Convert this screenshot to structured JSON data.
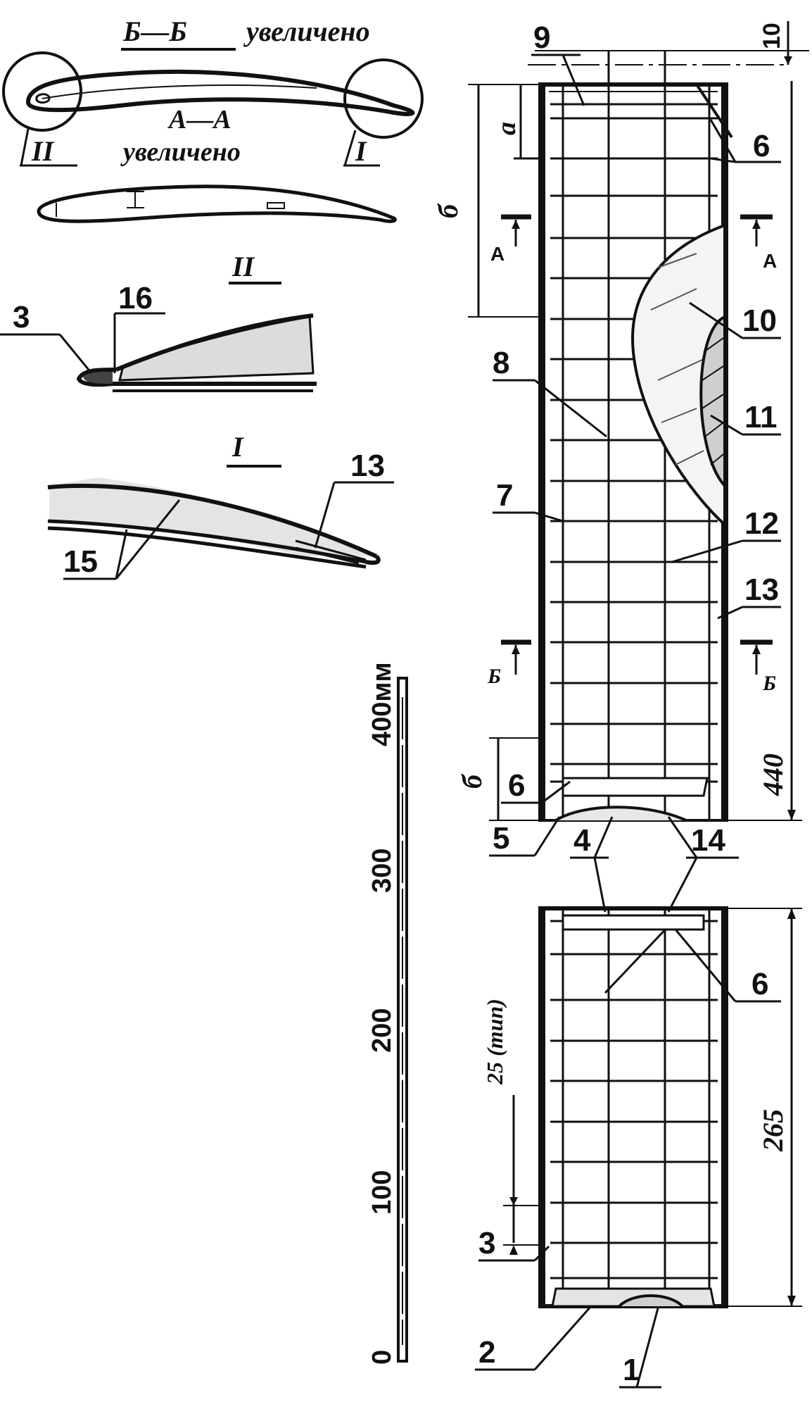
{
  "section_labels": {
    "bb_title": "Б—Б",
    "bb_zoom": "увеличено",
    "aa_title": "А—А",
    "aa_zoom": "увеличено",
    "detail_1": "II",
    "detail_2": "I",
    "detail_1_callout": "II",
    "detail_2_callout": "I"
  },
  "callouts": {
    "n1": "1",
    "n2": "2",
    "n3": "3",
    "n3b": "3",
    "n4": "4",
    "n5": "5",
    "n6a": "6",
    "n6b": "6",
    "n6c": "6",
    "n7": "7",
    "n8": "8",
    "n9": "9",
    "n10": "10",
    "n11": "11",
    "n12": "12",
    "n13": "13",
    "n13b": "13",
    "n14": "14",
    "n15": "15",
    "n16": "16"
  },
  "section_marks": {
    "a_left": "А",
    "a_right": "А",
    "b_left": "Б",
    "b_right": "Б"
  },
  "dimensions": {
    "d10": "10",
    "da": "a",
    "db_top": "б",
    "db_bottom": "б",
    "d440": "440",
    "d265": "265",
    "d25": "25 (тип)"
  },
  "scale_bar": {
    "ticks": [
      "0",
      "100",
      "200",
      "300",
      "400мм"
    ]
  }
}
